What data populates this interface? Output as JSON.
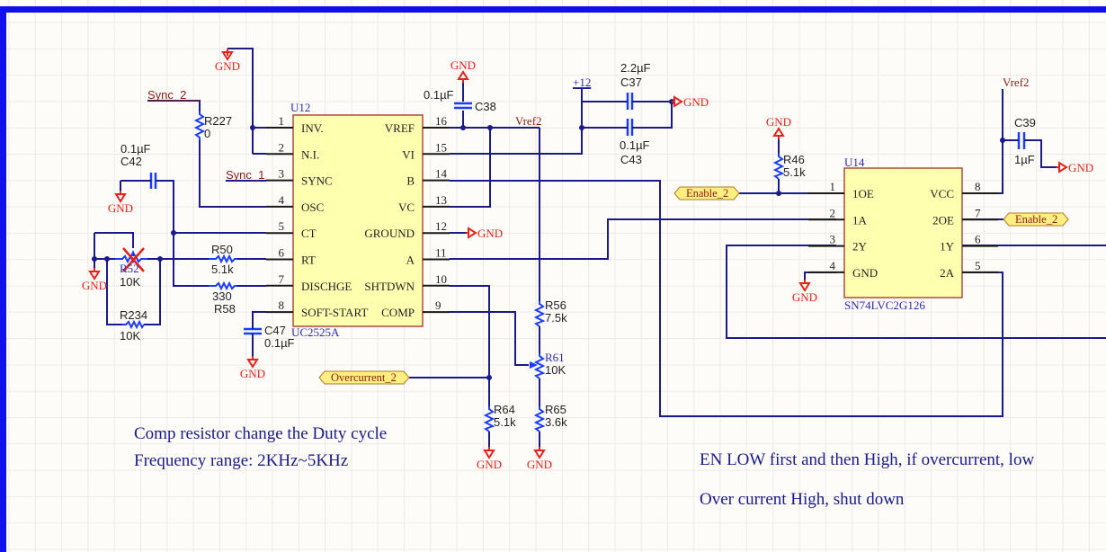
{
  "sheet": {
    "colors": {
      "wire": "#1a1a8c",
      "ground": "#e8201a",
      "ic_fill": "#ffffb0",
      "net_label": "#8b1a1a",
      "frame": "#1010ee",
      "note": "#1a1a8c",
      "background": "#fdfcf8"
    }
  },
  "u12": {
    "designator": "U12",
    "part": "UC2525A",
    "left_pins": [
      {
        "num": "1",
        "name": "INV."
      },
      {
        "num": "2",
        "name": "N.I."
      },
      {
        "num": "3",
        "name": "SYNC"
      },
      {
        "num": "4",
        "name": "OSC"
      },
      {
        "num": "5",
        "name": "CT"
      },
      {
        "num": "6",
        "name": "RT"
      },
      {
        "num": "7",
        "name": "DISCHGE"
      },
      {
        "num": "8",
        "name": "SOFT-START"
      }
    ],
    "right_pins": [
      {
        "num": "16",
        "name": "VREF"
      },
      {
        "num": "15",
        "name": "VI"
      },
      {
        "num": "14",
        "name": "B"
      },
      {
        "num": "13",
        "name": "VC"
      },
      {
        "num": "12",
        "name": "GROUND"
      },
      {
        "num": "11",
        "name": "A"
      },
      {
        "num": "10",
        "name": "SHTDWN"
      },
      {
        "num": "9",
        "name": "COMP"
      }
    ]
  },
  "u14": {
    "designator": "U14",
    "part": "SN74LVC2G126",
    "left_pins": [
      {
        "num": "1",
        "name": "1OE"
      },
      {
        "num": "2",
        "name": "1A"
      },
      {
        "num": "3",
        "name": "2Y"
      },
      {
        "num": "4",
        "name": "GND"
      }
    ],
    "right_pins": [
      {
        "num": "8",
        "name": "VCC"
      },
      {
        "num": "7",
        "name": "2OE"
      },
      {
        "num": "6",
        "name": "1Y"
      },
      {
        "num": "5",
        "name": "2A"
      }
    ]
  },
  "components": {
    "R227": {
      "ref": "R227",
      "value": "0"
    },
    "C42": {
      "ref": "C42",
      "value": "0.1µF"
    },
    "R52": {
      "ref": "R52",
      "value": "10K"
    },
    "R234": {
      "ref": "R234",
      "value": "10K"
    },
    "R50": {
      "ref": "R50",
      "value": "5.1k"
    },
    "R58": {
      "ref": "R58",
      "value": "330"
    },
    "C47": {
      "ref": "C47",
      "value": "0.1µF"
    },
    "C38": {
      "ref": "C38",
      "value": "0.1µF"
    },
    "C37": {
      "ref": "C37",
      "value": "2.2µF"
    },
    "C43": {
      "ref": "C43",
      "value": "0.1µF"
    },
    "R56": {
      "ref": "R56",
      "value": "7.5k"
    },
    "R61": {
      "ref": "R61",
      "value": "10K"
    },
    "R64": {
      "ref": "R64",
      "value": "5.1k"
    },
    "R65": {
      "ref": "R65",
      "value": "3.6k"
    },
    "R46": {
      "ref": "R46",
      "value": "5.1k"
    },
    "C39": {
      "ref": "C39",
      "value": "1µF"
    }
  },
  "nets": {
    "gnd": "GND",
    "sync1": "Sync_1",
    "sync2": "Sync_2",
    "vref2": "Vref2",
    "plus12": "+12",
    "enable2": "Enable_2",
    "overcurrent2": "Overcurrent_2"
  },
  "notes": {
    "duty": "Comp resistor change the Duty cycle",
    "freq": "Frequency range: 2KHz~5KHz",
    "en": "EN LOW first and then High, if overcurrent, low",
    "oc": "Over current High, shut down"
  }
}
